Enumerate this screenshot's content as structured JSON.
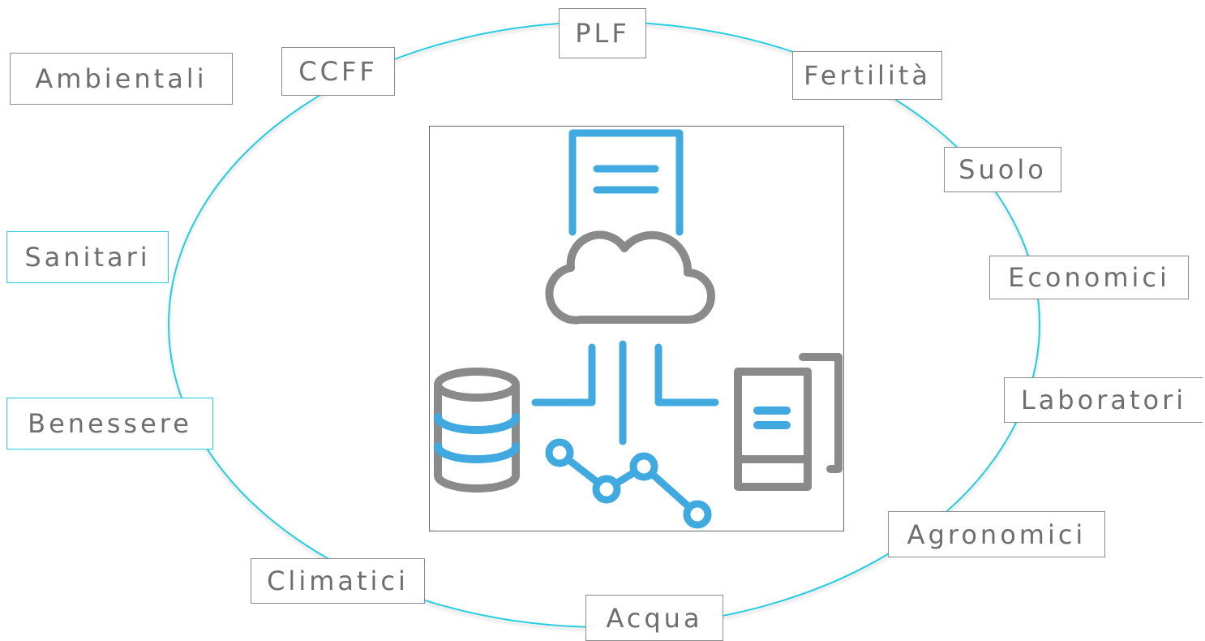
{
  "labels": {
    "plf": "PLF",
    "ccff": "CCFF",
    "ambientali": "Ambientali",
    "fertilita": "Fertilità",
    "suolo": "Suolo",
    "sanitari": "Sanitari",
    "economici": "Economici",
    "laboratori": "Laboratori",
    "benessere": "Benessere",
    "agronomici": "Agronomici",
    "climatici": "Climatici",
    "acqua": "Acqua"
  },
  "colors": {
    "ring": "#26cde0",
    "box_border": "#8c8c8c",
    "text": "#6e6e6e",
    "icon_blue": "#3fa9e0",
    "icon_gray": "#8a8a8a"
  },
  "icons": {
    "center": "cloud-data-network-icon"
  }
}
